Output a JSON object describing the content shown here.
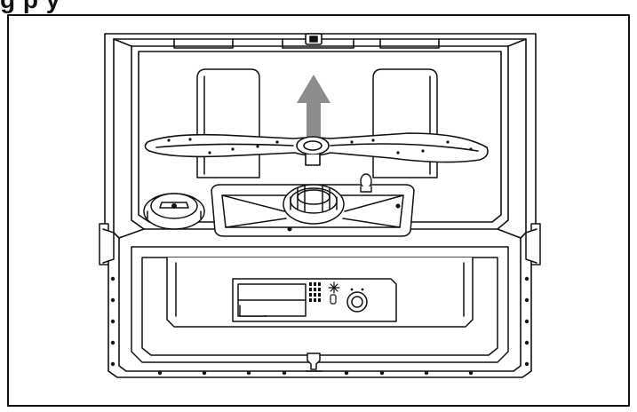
{
  "heading": {
    "fragment": "g       p  y"
  },
  "figure": {
    "subject": "dishwasher-interior-lower-spray-arm-removal",
    "arrow_direction": "up",
    "arrow_color": "#8c8c8c",
    "line_color": "#111111",
    "fill_color": "#ffffff"
  }
}
